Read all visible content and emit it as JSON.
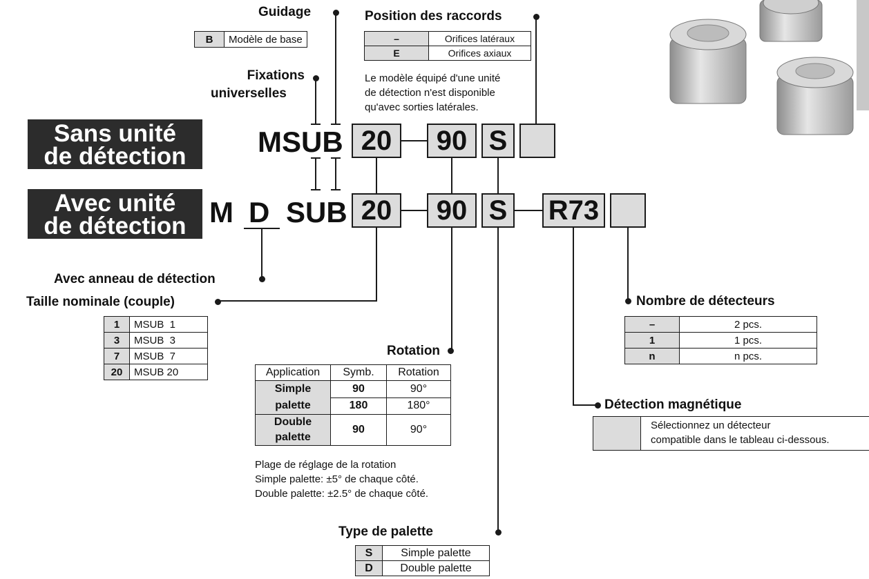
{
  "guidage": {
    "title": "Guidage",
    "rows": [
      {
        "key": "B",
        "value": "Modèle de base"
      }
    ]
  },
  "raccords": {
    "title": "Position des raccords",
    "rows": [
      {
        "key": "–",
        "value": "Orifices latéraux"
      },
      {
        "key": "E",
        "value": "Orifices axiaux"
      }
    ],
    "note": [
      "Le modèle équipé d'une unité",
      "de détection n'est disponible",
      "qu'avec sorties latérales."
    ]
  },
  "fixations": {
    "line1": "Fixations",
    "line2": "universelles"
  },
  "sans": {
    "banner": [
      "Sans unité",
      "de détection"
    ],
    "prefix": "MSUB",
    "size": "20",
    "rotation": "90",
    "palette": "S"
  },
  "avec": {
    "banner": [
      "Avec unité",
      "de détection"
    ],
    "m": "M",
    "d": "D",
    "sub": "SUB",
    "size": "20",
    "rotation": "90",
    "palette": "S",
    "switch": "R73"
  },
  "anneau": {
    "title": "Avec anneau de détection"
  },
  "taille": {
    "title": "Taille nominale (couple)",
    "rows": [
      {
        "key": "1",
        "value": "MSUB  1"
      },
      {
        "key": "3",
        "value": "MSUB  3"
      },
      {
        "key": "7",
        "value": "MSUB  7"
      },
      {
        "key": "20",
        "value": "MSUB 20"
      }
    ]
  },
  "rotation": {
    "title": "Rotation",
    "headers": [
      "Application",
      "Symb.",
      "Rotation"
    ],
    "simple_label": [
      "Simple",
      "palette"
    ],
    "double_label": [
      "Double",
      "palette"
    ],
    "rows": [
      {
        "symb": "90",
        "rot": "90°"
      },
      {
        "symb": "180",
        "rot": "180°"
      },
      {
        "symb": "90",
        "rot": "90°"
      }
    ],
    "note": [
      "Plage de réglage de la rotation",
      "Simple palette: ±5° de chaque côté.",
      "Double palette: ±2.5° de chaque côté."
    ]
  },
  "nombre": {
    "title": "Nombre de détecteurs",
    "rows": [
      {
        "key": "–",
        "value": "2 pcs."
      },
      {
        "key": "1",
        "value": "1 pcs."
      },
      {
        "key": "n",
        "value": "n pcs."
      }
    ]
  },
  "detection": {
    "title": "Détection magnétique",
    "text": [
      "Sélectionnez un détecteur",
      "compatible dans le tableau ci-dessous."
    ]
  },
  "palette": {
    "title": "Type de palette",
    "rows": [
      {
        "key": "S",
        "value": "Simple palette"
      },
      {
        "key": "D",
        "value": "Double palette"
      }
    ]
  },
  "colors": {
    "box_fill": "#dcdcdc",
    "banner": "#2c2c2c",
    "ink": "#1a1a1a"
  }
}
